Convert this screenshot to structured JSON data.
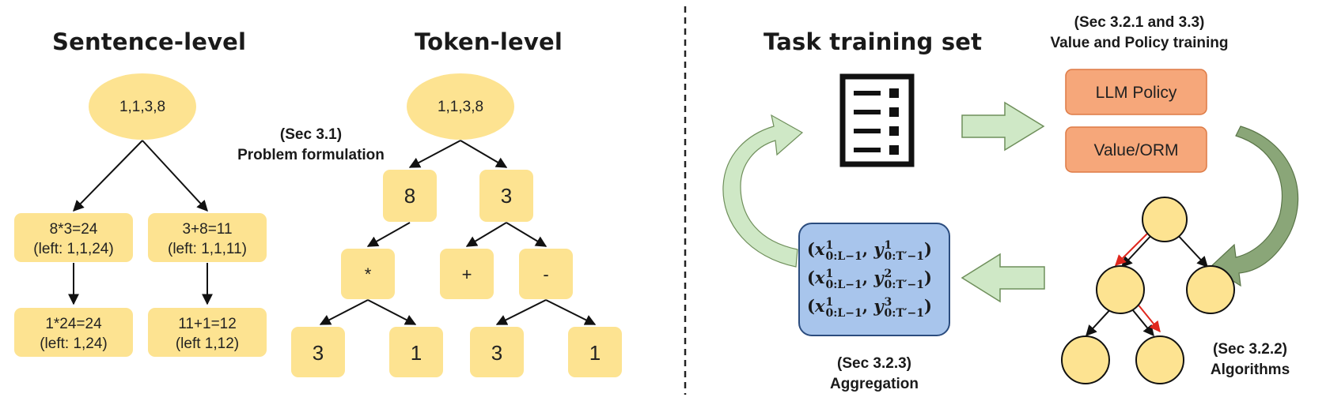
{
  "sentence_level": {
    "title": "Sentence-level",
    "root": "1,1,3,8",
    "left_step": [
      "8*3=24",
      "(left: 1,1,24)"
    ],
    "right_step": [
      "3+8=11",
      "(left: 1,1,11)"
    ],
    "left_leaf": [
      "1*24=24",
      "(left: 1,24)"
    ],
    "right_leaf": [
      "11+1=12",
      "(left 1,12)"
    ]
  },
  "problem_formulation": {
    "line1": "(Sec 3.1)",
    "line2": "Problem formulation"
  },
  "token_level": {
    "title": "Token-level",
    "root": "1,1,3,8",
    "level1": [
      "8",
      "3"
    ],
    "level2": [
      "*",
      "+",
      "-"
    ],
    "level3": [
      "3",
      "1",
      "3",
      "1"
    ]
  },
  "training_loop": {
    "task_training_set": "Task training set",
    "value_policy": {
      "line1": "(Sec 3.2.1 and 3.3)",
      "line2": "Value and Policy training"
    },
    "llm_policy": "LLM Policy",
    "value_orm": "Value/ORM",
    "algorithms": {
      "line1": "(Sec 3.2.2)",
      "line2": "Algorithms"
    },
    "aggregation": {
      "line1": "(Sec 3.2.3)",
      "line2": "Aggregation"
    },
    "formulas": [
      {
        "x_sup": "1",
        "x_sub": "0:L−1",
        "y_sup": "1",
        "y_sub": "0:T′−1"
      },
      {
        "x_sup": "1",
        "x_sub": "0:L−1",
        "y_sup": "2",
        "y_sub": "0:T′−1"
      },
      {
        "x_sup": "1",
        "x_sub": "0:L−1",
        "y_sup": "3",
        "y_sub": "0:T′−1"
      }
    ]
  },
  "colors": {
    "node_fill": "#fde391",
    "box_fill": "#f6a77a",
    "box_border": "#dd7a45",
    "agg_fill": "#a8c5ec",
    "agg_border": "#2b4c7e",
    "arrow_fill": "#cfe8c6",
    "arrow_border": "#6f8f5b",
    "red_edge": "#e0281e"
  },
  "icons": [
    "checklist-icon",
    "down-arrow-icon",
    "right-arrow-icon",
    "left-arrow-icon",
    "curved-arrow-icon"
  ]
}
